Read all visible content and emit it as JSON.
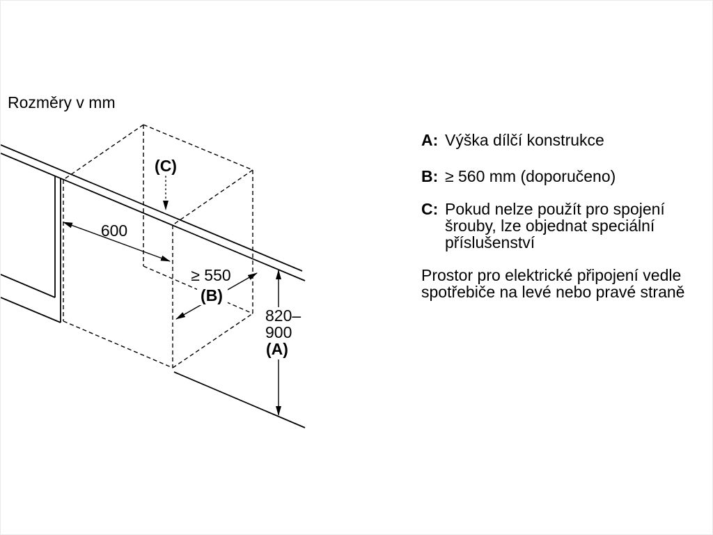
{
  "title": "Rozměry v mm",
  "drawing": {
    "dim_width": "600",
    "dim_depth": "≥ 550",
    "dim_depth_letter": "(B)",
    "dim_height_top": "820–",
    "dim_height_bottom": "900",
    "dim_height_letter": "(A)",
    "dim_top_letter": "(C)"
  },
  "legend": {
    "items": [
      {
        "key": "A:",
        "text": "Výška dílčí konstrukce"
      },
      {
        "key": "B:",
        "text": "≥ 560 mm (doporučeno)"
      },
      {
        "key": "C:",
        "text": "Pokud nelze použít pro spojení šrouby, lze objednat speciální příslušenství"
      }
    ],
    "note": "Prostor pro elektrické připojení vedle spotřebiče na levé nebo pravé straně"
  }
}
